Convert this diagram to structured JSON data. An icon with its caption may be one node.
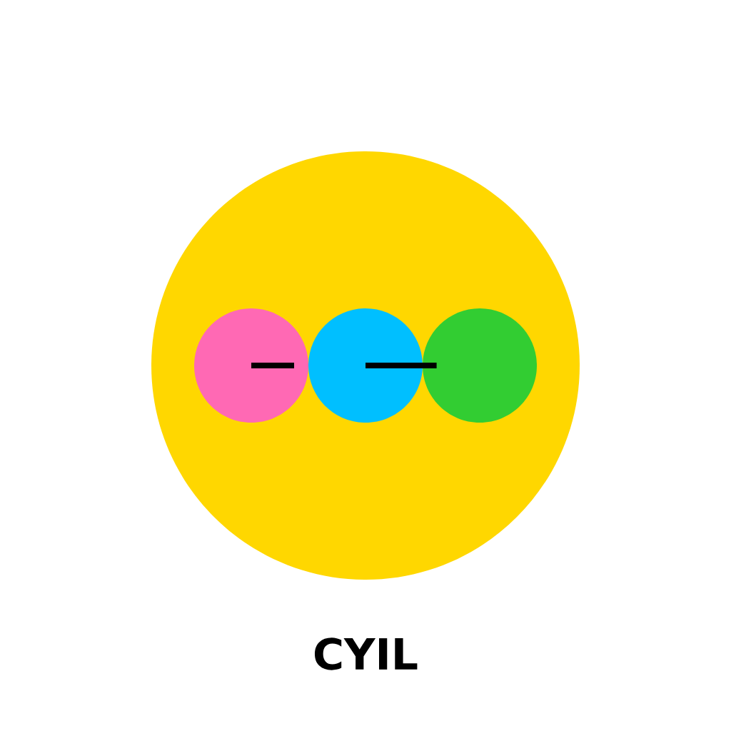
{
  "diagram": {
    "title": "CYIL",
    "nodes": [
      {
        "text": [],
        "shape": "circle"
      },
      {
        "text": [],
        "shape": "circle",
        "in": 0
      },
      {
        "text": [],
        "shape": "circle",
        "in": 0
      },
      {
        "text": [],
        "shape": "circle",
        "in": 0
      }
    ],
    "edges": [
      {
        "from": 2,
        "to": 3,
        "arrow": "none"
      }
    ]
  }
}
